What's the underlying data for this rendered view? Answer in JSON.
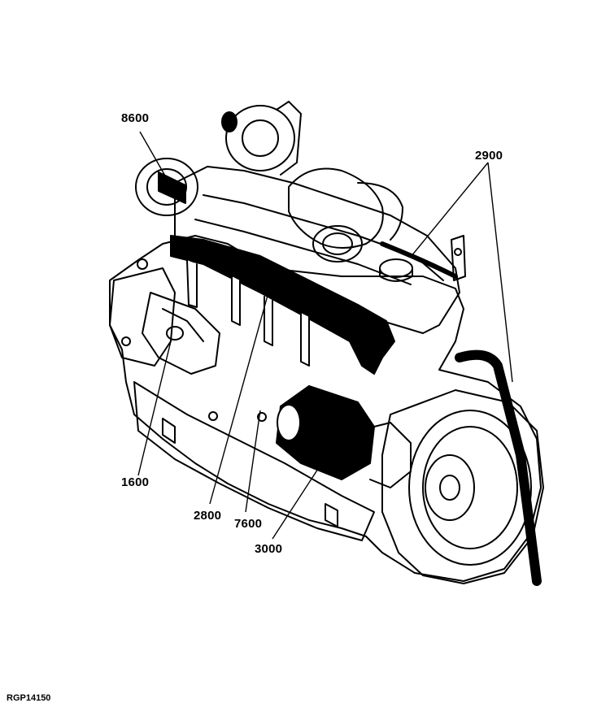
{
  "figure": {
    "reference_code": "RGP14150"
  },
  "callouts": [
    {
      "id": "c8600",
      "label": "8600"
    },
    {
      "id": "c2900",
      "label": "2900"
    },
    {
      "id": "c1600",
      "label": "1600"
    },
    {
      "id": "c2800",
      "label": "2800"
    },
    {
      "id": "c7600",
      "label": "7600"
    },
    {
      "id": "c3000",
      "label": "3000"
    }
  ]
}
